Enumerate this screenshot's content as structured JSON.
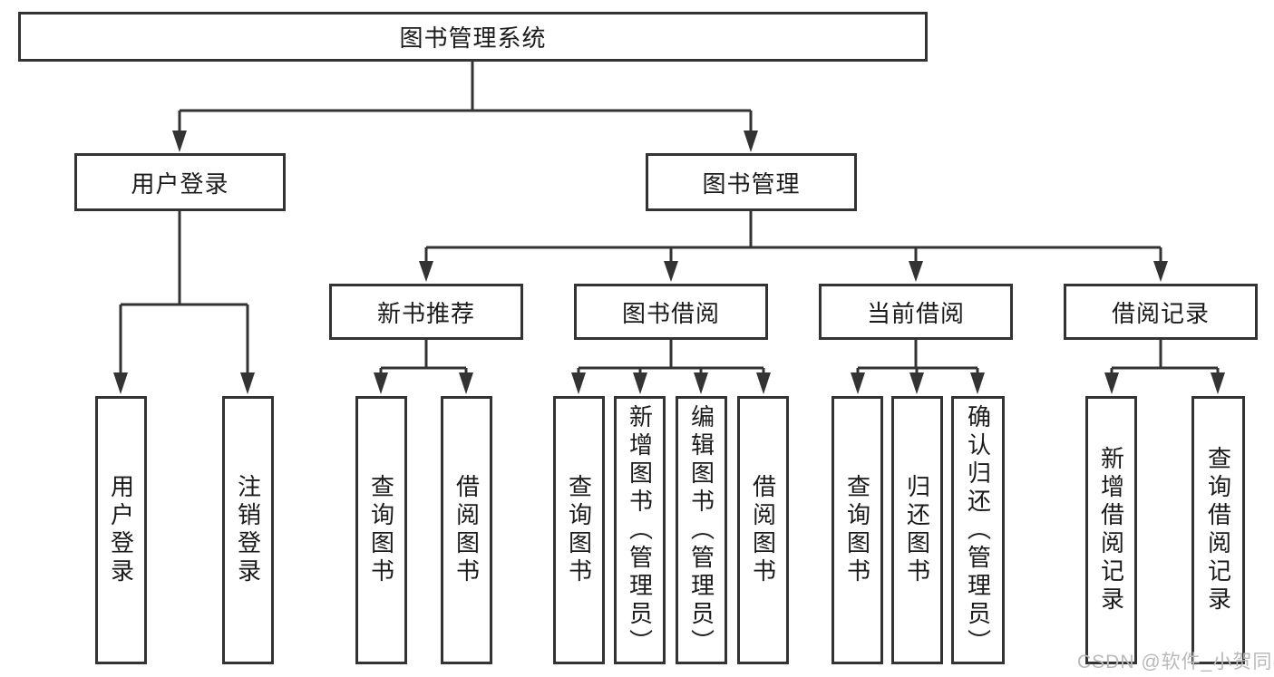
{
  "diagram": {
    "title_node": {
      "label": "图书管理系统"
    },
    "level2": [
      {
        "label": "用户登录"
      },
      {
        "label": "图书管理"
      }
    ],
    "level3": [
      {
        "label": "新书推荐"
      },
      {
        "label": "图书借阅"
      },
      {
        "label": "当前借阅"
      },
      {
        "label": "借阅记录"
      }
    ],
    "leaves": [
      {
        "label": "用户登录"
      },
      {
        "label": "注销登录"
      },
      {
        "label": "查询图书"
      },
      {
        "label": "借阅图书"
      },
      {
        "label": "查询图书"
      },
      {
        "label": "新增图书（管理员）"
      },
      {
        "label": "编辑图书（管理员）"
      },
      {
        "label": "借阅图书"
      },
      {
        "label": "查询图书"
      },
      {
        "label": "归还图书"
      },
      {
        "label": "确认归还（管理员）"
      },
      {
        "label": "新增借阅记录"
      },
      {
        "label": "查询借阅记录"
      }
    ],
    "colors": {
      "line": "#333333",
      "box_border": "#333333",
      "box_background": "#ffffff",
      "text": "#1a1a1a",
      "watermark": "#b9b9b9"
    },
    "watermark": {
      "text": "CSDN @软件_小贺同学"
    }
  }
}
